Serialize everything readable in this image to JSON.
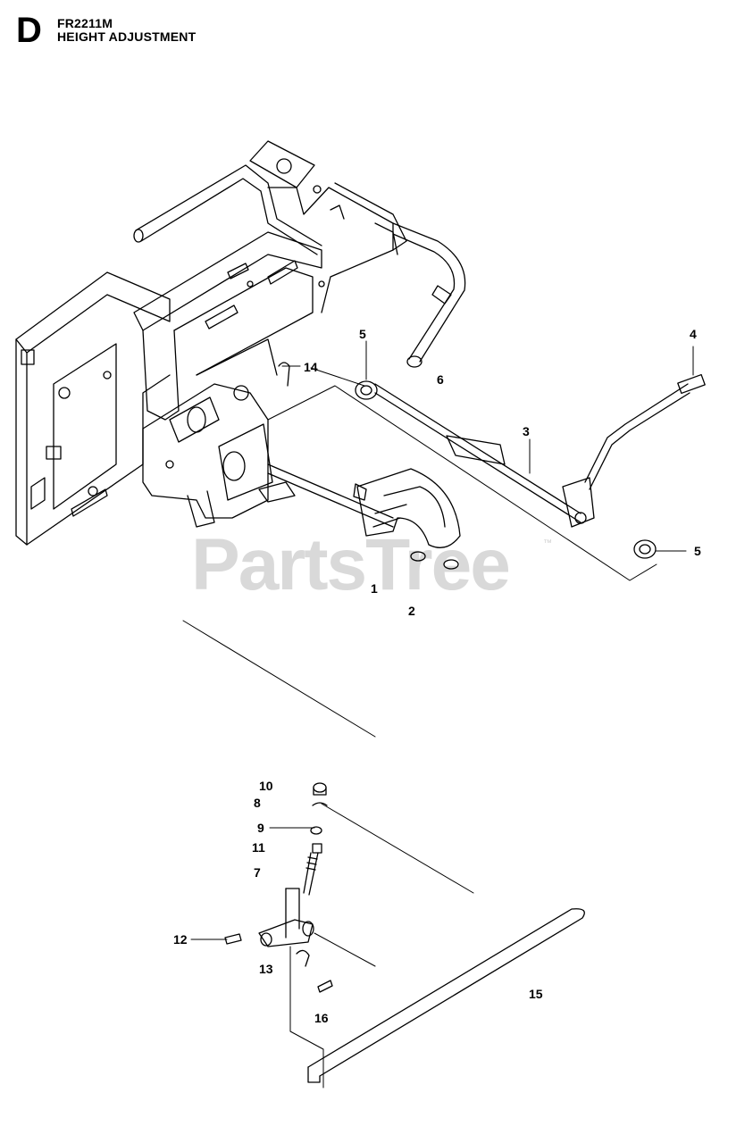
{
  "header": {
    "section_letter": "D",
    "model": "FR2211M",
    "title": "HEIGHT ADJUSTMENT"
  },
  "watermark": {
    "text": "PartsTree",
    "tm": "™"
  },
  "callouts": [
    {
      "id": "c1",
      "label": "1"
    },
    {
      "id": "c2",
      "label": "2"
    },
    {
      "id": "c3",
      "label": "3"
    },
    {
      "id": "c4",
      "label": "4"
    },
    {
      "id": "c5a",
      "label": "5"
    },
    {
      "id": "c5b",
      "label": "5"
    },
    {
      "id": "c6",
      "label": "6"
    },
    {
      "id": "c7",
      "label": "7"
    },
    {
      "id": "c8",
      "label": "8"
    },
    {
      "id": "c9",
      "label": "9"
    },
    {
      "id": "c10",
      "label": "10"
    },
    {
      "id": "c11",
      "label": "11"
    },
    {
      "id": "c12",
      "label": "12"
    },
    {
      "id": "c13",
      "label": "13"
    },
    {
      "id": "c14",
      "label": "14"
    },
    {
      "id": "c15",
      "label": "15"
    },
    {
      "id": "c16",
      "label": "16"
    }
  ]
}
